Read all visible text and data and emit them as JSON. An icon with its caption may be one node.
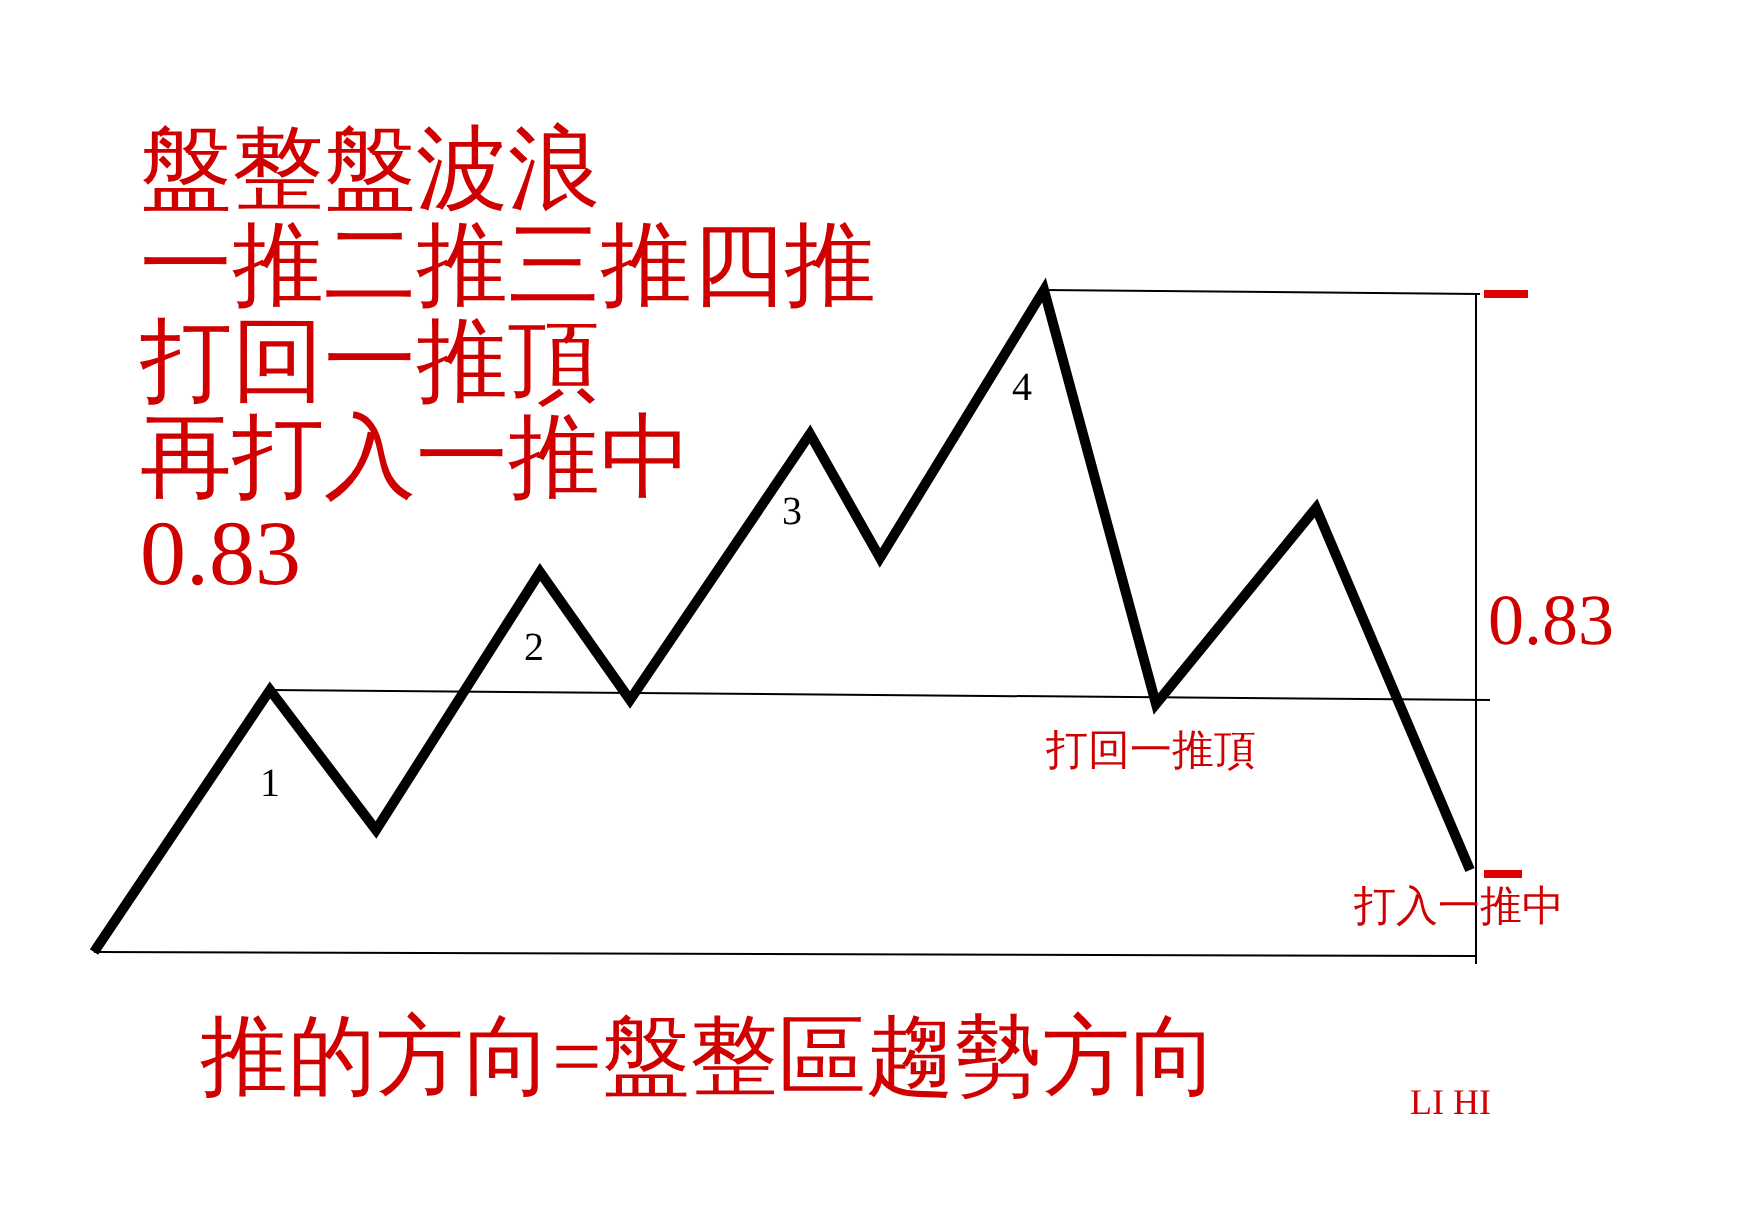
{
  "diagram": {
    "labels": [
      "盤整盤波浪",
      "一推二推三推四推",
      "打回一推頂",
      "再打入一推中",
      "0.83",
      "1",
      "2",
      "3",
      "4",
      "0.83",
      "打回一推頂",
      "打入一推中",
      "推的方向=盤整區趨勢方向",
      "LI HI"
    ]
  }
}
